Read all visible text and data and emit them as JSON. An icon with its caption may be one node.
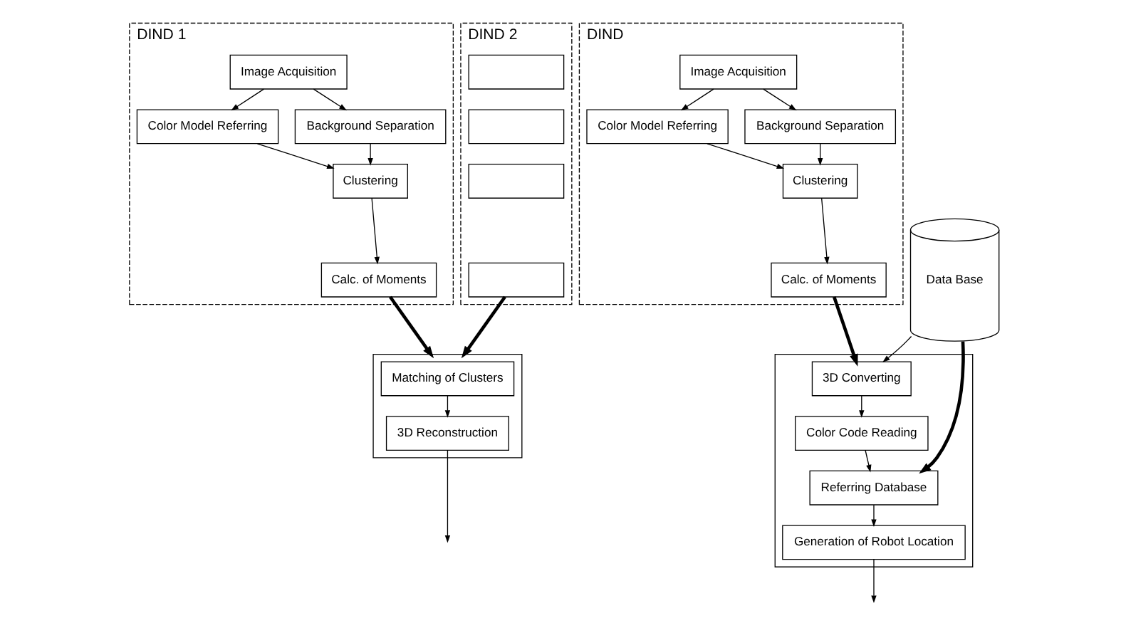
{
  "diagram": {
    "nodes": [
      {
        "text": [
          "DIND 1"
        ]
      },
      {
        "text": [
          "Image Acquisition"
        ],
        "in": 0
      },
      {
        "text": [
          "Color Model Referring"
        ],
        "in": 0
      },
      {
        "text": [
          "Background Separation"
        ],
        "in": 0
      },
      {
        "text": [
          "Clustering"
        ],
        "in": 0
      },
      {
        "text": [
          "Calc. of Moments"
        ],
        "in": 0
      },
      {
        "text": [
          "DIND 2"
        ]
      },
      {
        "text": [],
        "shape": "box",
        "in": 6
      },
      {
        "text": [],
        "shape": "box",
        "in": 6
      },
      {
        "text": [],
        "shape": "box",
        "in": 6
      },
      {
        "text": [],
        "shape": "box",
        "in": 6
      },
      {
        "text": [],
        "shape": "box"
      },
      {
        "text": [
          "Matching of Clusters"
        ],
        "in": 11
      },
      {
        "text": [
          "3D Reconstruction"
        ],
        "in": 11
      },
      {
        "text": [
          "DIND"
        ]
      },
      {
        "text": [
          "Image Acquisition"
        ],
        "in": 14
      },
      {
        "text": [
          "Color Model Referring"
        ],
        "in": 14
      },
      {
        "text": [
          "Background Separation"
        ],
        "in": 14
      },
      {
        "text": [
          "Clustering"
        ],
        "in": 14
      },
      {
        "text": [
          "Calc. of Moments"
        ],
        "in": 14
      },
      {
        "text": [
          "Data Base"
        ]
      },
      {
        "text": [],
        "shape": "box"
      },
      {
        "text": [
          "3D Converting"
        ],
        "in": 21
      },
      {
        "text": [
          "Color Code Reading"
        ],
        "in": 21
      },
      {
        "text": [
          "Referring Database"
        ],
        "in": 21
      },
      {
        "text": [
          "Generation of Robot Location"
        ],
        "in": 21
      }
    ],
    "edges": [
      {
        "from": 1,
        "to": 2,
        "arrow": "to"
      },
      {
        "from": 1,
        "to": 3,
        "arrow": "to"
      },
      {
        "from": 2,
        "to": 4,
        "arrow": "to"
      },
      {
        "from": 3,
        "to": 4,
        "arrow": "to"
      },
      {
        "from": 4,
        "to": 5,
        "arrow": "to"
      },
      {
        "from": 5,
        "to": 11,
        "arrow": "to",
        "style": "thick"
      },
      {
        "from": 10,
        "to": 11,
        "arrow": "to",
        "style": "thick"
      },
      {
        "from": 12,
        "to": 13,
        "arrow": "to"
      },
      {
        "from": 13,
        "to": null,
        "arrow": "to"
      },
      {
        "from": 15,
        "to": 16,
        "arrow": "to"
      },
      {
        "from": 15,
        "to": 17,
        "arrow": "to"
      },
      {
        "from": 16,
        "to": 18,
        "arrow": "to"
      },
      {
        "from": 17,
        "to": 18,
        "arrow": "to"
      },
      {
        "from": 18,
        "to": 19,
        "arrow": "to"
      },
      {
        "from": 19,
        "to": 22,
        "arrow": "to",
        "style": "thick"
      },
      {
        "from": 20,
        "to": 22,
        "arrow": "to"
      },
      {
        "from": 20,
        "to": 24,
        "arrow": "to",
        "style": "thick"
      },
      {
        "from": 22,
        "to": 23,
        "arrow": "to"
      },
      {
        "from": 23,
        "to": 24,
        "arrow": "to"
      },
      {
        "from": 24,
        "to": 25,
        "arrow": "to"
      },
      {
        "from": 25,
        "to": null,
        "arrow": "to"
      }
    ]
  }
}
